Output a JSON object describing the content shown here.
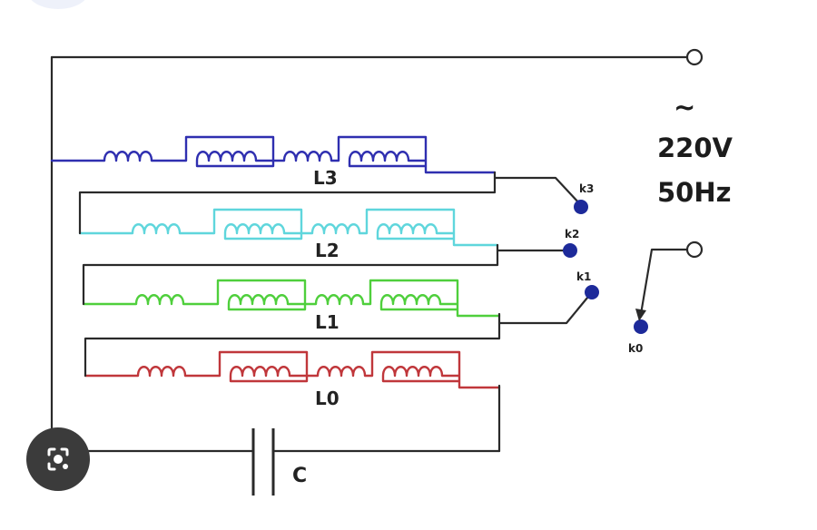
{
  "diagram": {
    "supply": {
      "symbol": "~",
      "voltage": "220V",
      "frequency": "50Hz"
    },
    "windings": [
      {
        "label": "L3",
        "color": "#2f2fb0"
      },
      {
        "label": "L2",
        "color": "#5fd6dc"
      },
      {
        "label": "L1",
        "color": "#4fcf3c"
      },
      {
        "label": "L0",
        "color": "#c0373b"
      }
    ],
    "switch_contacts": [
      "k3",
      "k2",
      "k1",
      "k0"
    ],
    "capacitor_label": "C",
    "colors": {
      "wire": "#2a2a2a",
      "contact": "#1d2a9a"
    }
  },
  "overlay": {
    "icon": "camera-lens-icon"
  }
}
